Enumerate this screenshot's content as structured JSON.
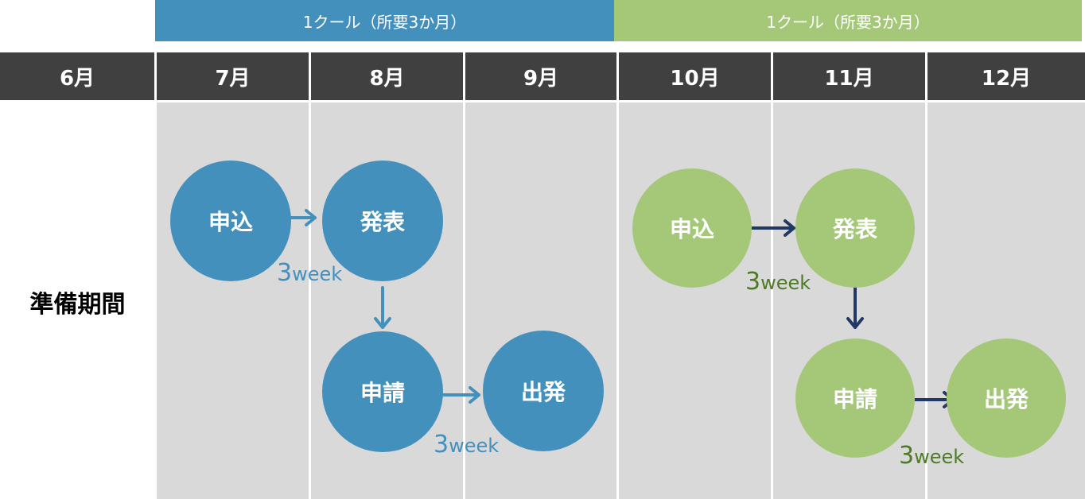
{
  "cycles": [
    {
      "label": "1クール（所要3か月）",
      "color": "#4490bd"
    },
    {
      "label": "1クール（所要3か月）",
      "color": "#a4c878"
    }
  ],
  "months": [
    "6月",
    "7月",
    "8月",
    "9月",
    "10月",
    "11月",
    "12月"
  ],
  "row_label": "準備期間",
  "cycle1_steps": {
    "apply": "申込",
    "announce": "発表",
    "application": "申請",
    "depart": "出発"
  },
  "cycle2_steps": {
    "apply": "申込",
    "announce": "発表",
    "application": "申請",
    "depart": "出発"
  },
  "duration": {
    "number": "3",
    "unit": "week"
  },
  "colors": {
    "header_bg": "#404040",
    "cell_bg": "#d9d9d9",
    "blue": "#4490bd",
    "green": "#a4c878",
    "green_text": "#4e7a26",
    "arrow_dark": "#1f3864"
  }
}
